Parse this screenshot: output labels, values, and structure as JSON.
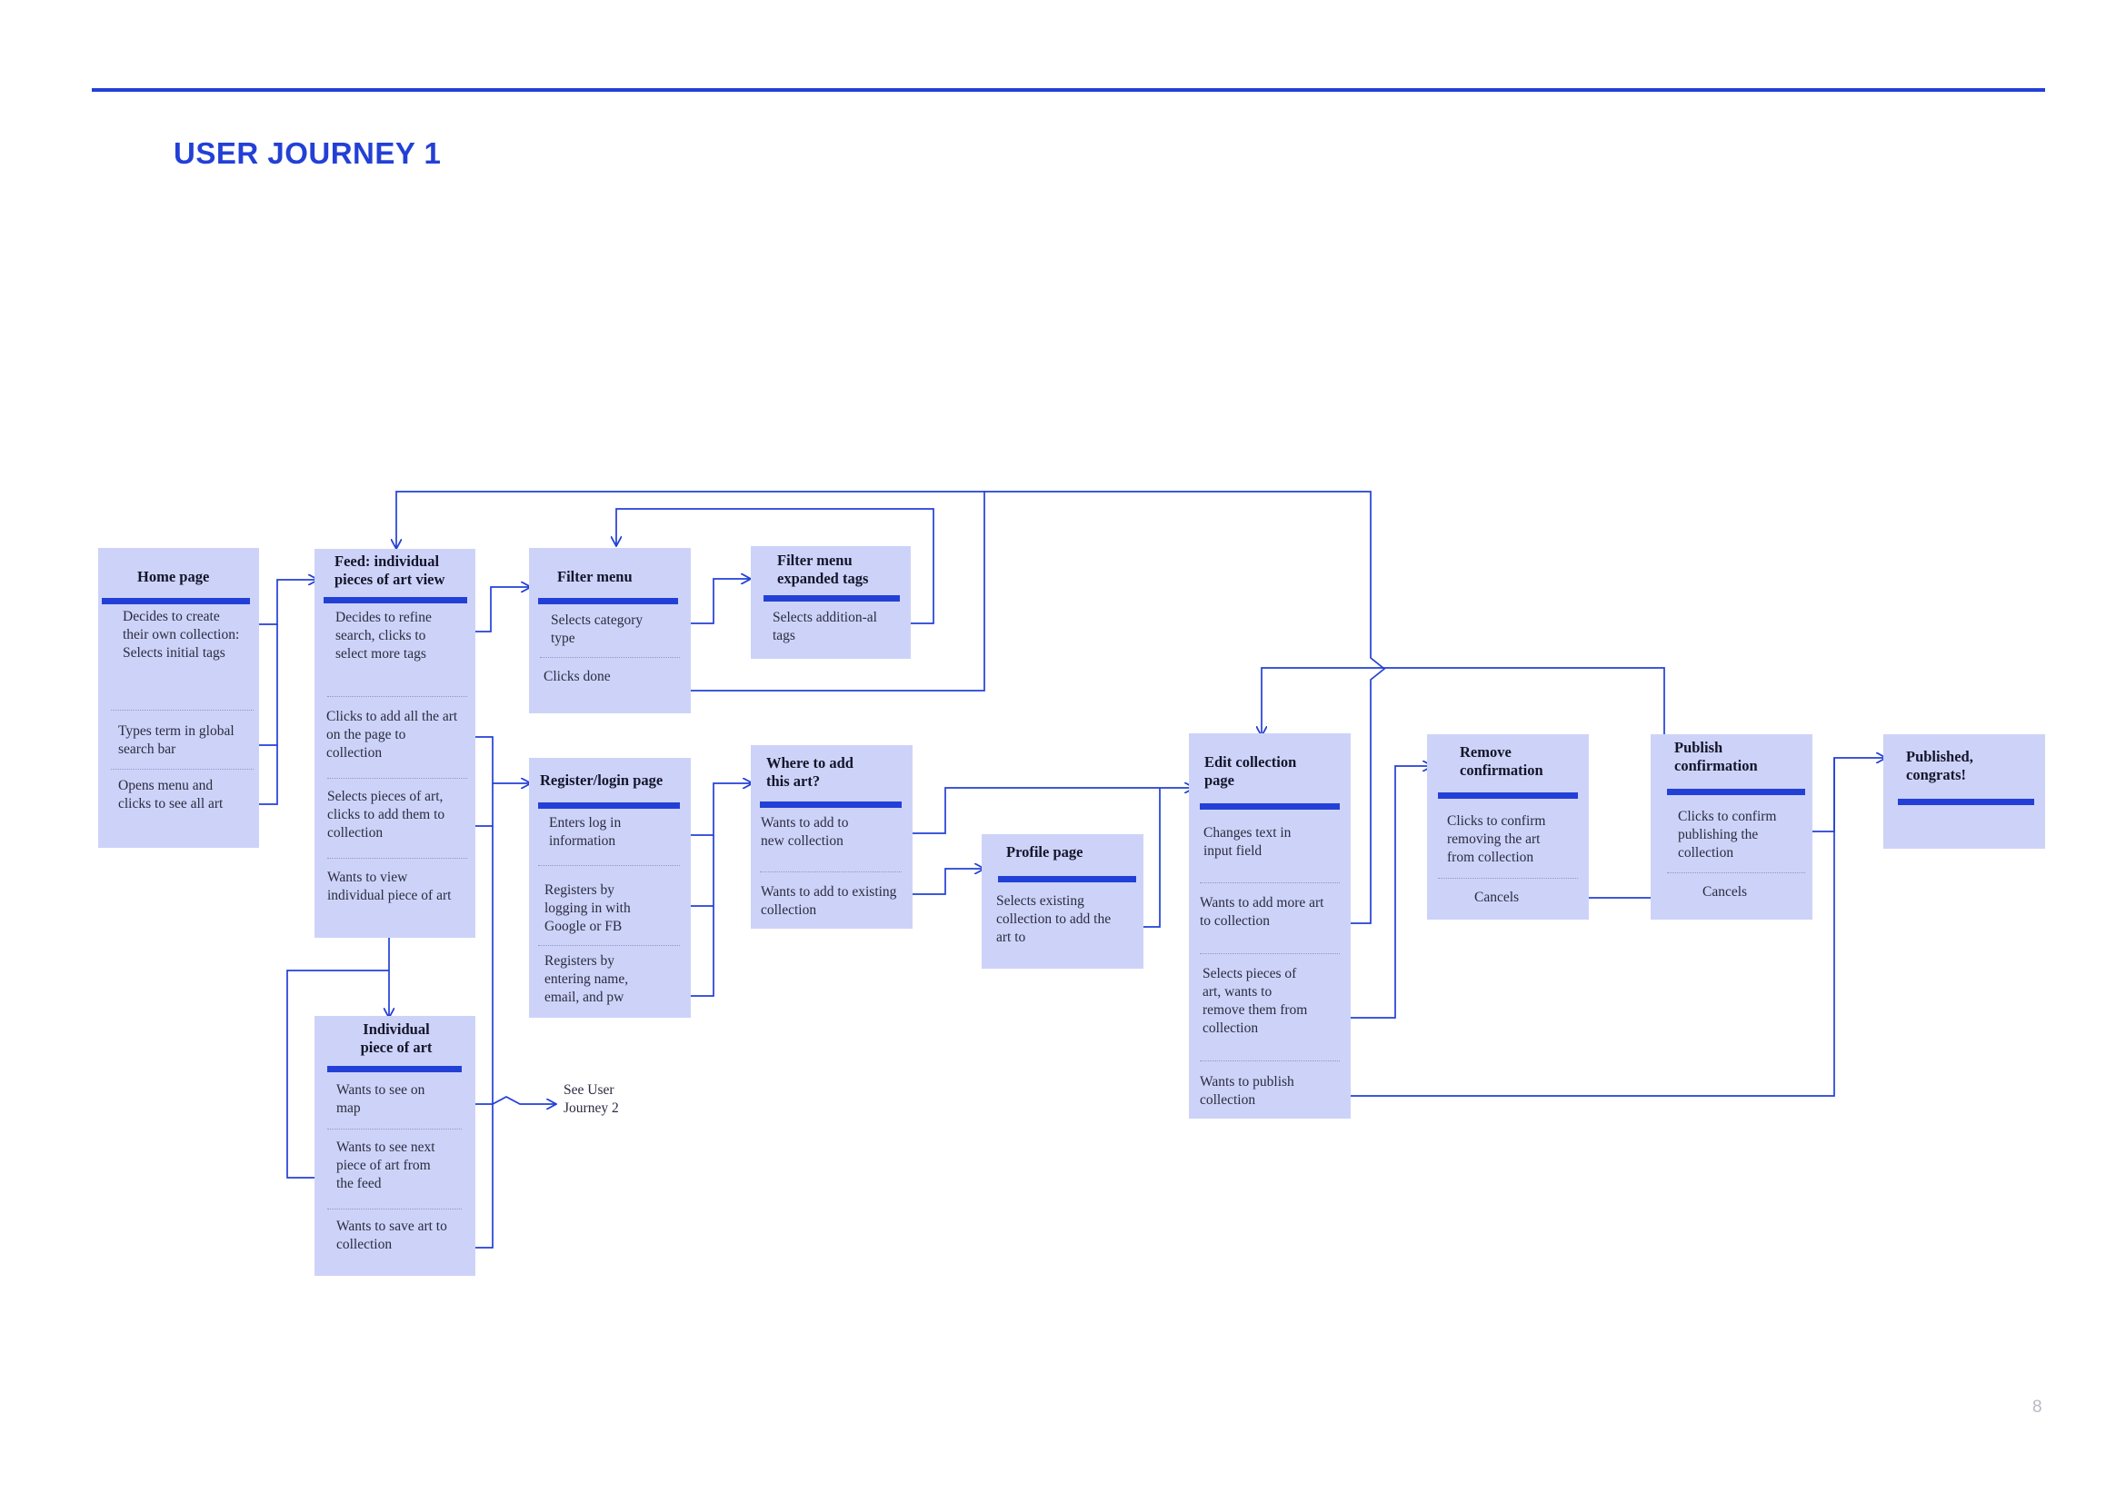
{
  "page": {
    "title": "USER JOURNEY 1",
    "number": "8"
  },
  "colors": {
    "accent": "#2340d6",
    "box": "#cdd3f8",
    "text": "#2b2b40"
  },
  "nodes": {
    "home": {
      "title": "Home page",
      "options": [
        "Decides to create their own collection: Selects initial tags",
        "Types term in global search bar",
        "Opens menu and clicks to see all art"
      ]
    },
    "feed": {
      "title": "Feed: individual pieces of art view",
      "options": [
        "Decides to refine search, clicks to select more tags",
        "Clicks to add all the art on the page to collection",
        "Selects pieces of art, clicks to add them to collection",
        "Wants to view individual piece of art"
      ]
    },
    "filter": {
      "title": "Filter menu",
      "options": [
        "Selects category type",
        "Clicks done"
      ]
    },
    "filter_expanded": {
      "title": "Filter menu expanded tags",
      "options": [
        "Selects addition-al tags"
      ]
    },
    "register": {
      "title": "Register/login page",
      "options": [
        "Enters log in information",
        "Registers by logging in with Google or FB",
        "Registers by entering name, email, and pw"
      ]
    },
    "where": {
      "title": "Where to add this art?",
      "options": [
        "Wants to add to new collection",
        "Wants to add to existing collection"
      ]
    },
    "profile": {
      "title": "Profile page",
      "options": [
        "Selects existing collection to add the art to"
      ]
    },
    "individual": {
      "title": "Individual piece of art",
      "options": [
        "Wants to see on map",
        "Wants to see next piece of art from the feed",
        "Wants to save art to collection"
      ]
    },
    "edit": {
      "title": "Edit collection page",
      "options": [
        "Changes text in input field",
        "Wants to add more art to collection",
        "Selects pieces of art, wants to remove them from collection",
        "Wants to publish collection"
      ]
    },
    "remove": {
      "title": "Remove confirmation",
      "options": [
        "Clicks to confirm removing the art from collection",
        "Cancels"
      ]
    },
    "publish": {
      "title": "Publish confirmation",
      "options": [
        "Clicks to confirm publishing the collection",
        "Cancels"
      ]
    },
    "published": {
      "title": "Published, congrats!"
    }
  },
  "see_journey": "See User Journey 2"
}
